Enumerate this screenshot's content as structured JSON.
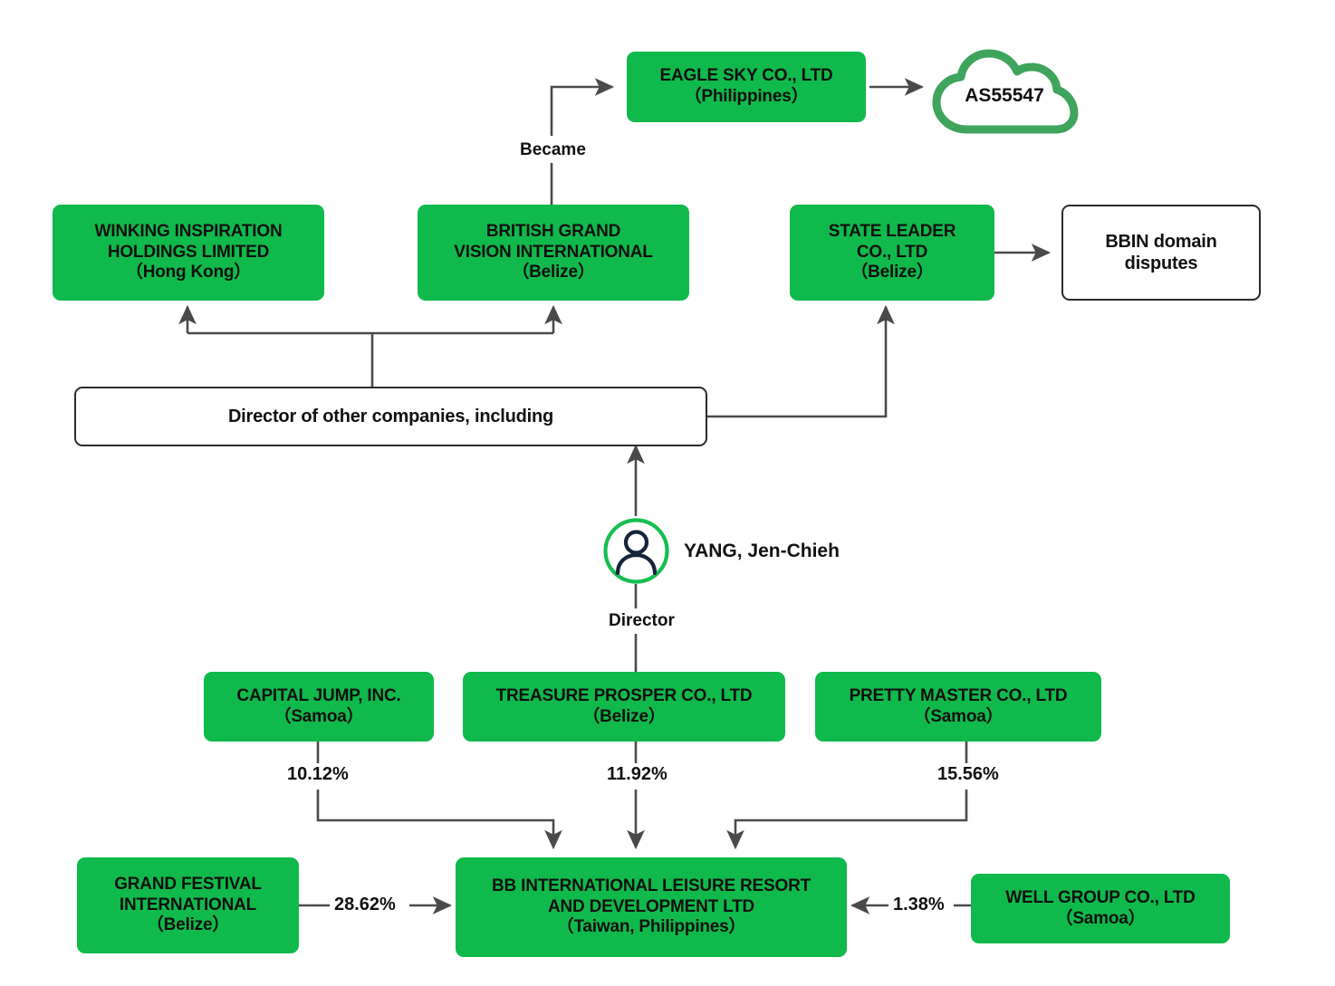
{
  "diagram": {
    "title": "Corporate ownership and director relationship chart",
    "accent_green": "#10B94B",
    "cloud_green": "#3FA45C",
    "line_color": "#4a4a4a",
    "text_color": "#111111"
  },
  "nodes": {
    "eagle_sky": {
      "name": "EAGLE SKY CO., LTD",
      "country": "（Philippines）"
    },
    "winking_inspiration": {
      "name_line1": "WINKING INSPIRATION",
      "name_line2": "HOLDINGS LIMITED",
      "country": "（Hong Kong）"
    },
    "british_grand": {
      "name_line1": "BRITISH GRAND",
      "name_line2": "VISION INTERNATIONAL",
      "country": "（Belize）"
    },
    "state_leader": {
      "name_line1": "STATE LEADER",
      "name_line2": "CO., LTD",
      "country": "（Belize）"
    },
    "bbin_disputes": {
      "line1": "BBIN domain",
      "line2": "disputes"
    },
    "director_of_others": {
      "label": "Director of other companies, including"
    },
    "capital_jump": {
      "name": "CAPITAL JUMP, INC.",
      "country": "（Samoa）"
    },
    "treasure_prosper": {
      "name": "TREASURE PROSPER CO., LTD",
      "country": "（Belize）"
    },
    "pretty_master": {
      "name": "PRETTY MASTER CO., LTD",
      "country": "（Samoa）"
    },
    "grand_festival": {
      "name_line1": "GRAND FESTIVAL",
      "name_line2": "INTERNATIONAL",
      "country": "（Belize）"
    },
    "bb_international": {
      "name_line1": "BB INTERNATIONAL LEISURE RESORT",
      "name_line2": "AND DEVELOPMENT LTD",
      "country": "（Taiwan, Philippines）"
    },
    "well_group": {
      "name": "WELL GROUP CO., LTD",
      "country": "（Samoa）"
    },
    "as_cloud": {
      "label": "AS55547"
    },
    "person": {
      "name": "YANG, Jen-Chieh",
      "role_label": "Director"
    }
  },
  "edges": {
    "became": "Became",
    "capital_jump_pct": "10.12%",
    "treasure_prosper_pct": "11.92%",
    "pretty_master_pct": "15.56%",
    "grand_festival_pct": "28.62%",
    "well_group_pct": "1.38%"
  }
}
